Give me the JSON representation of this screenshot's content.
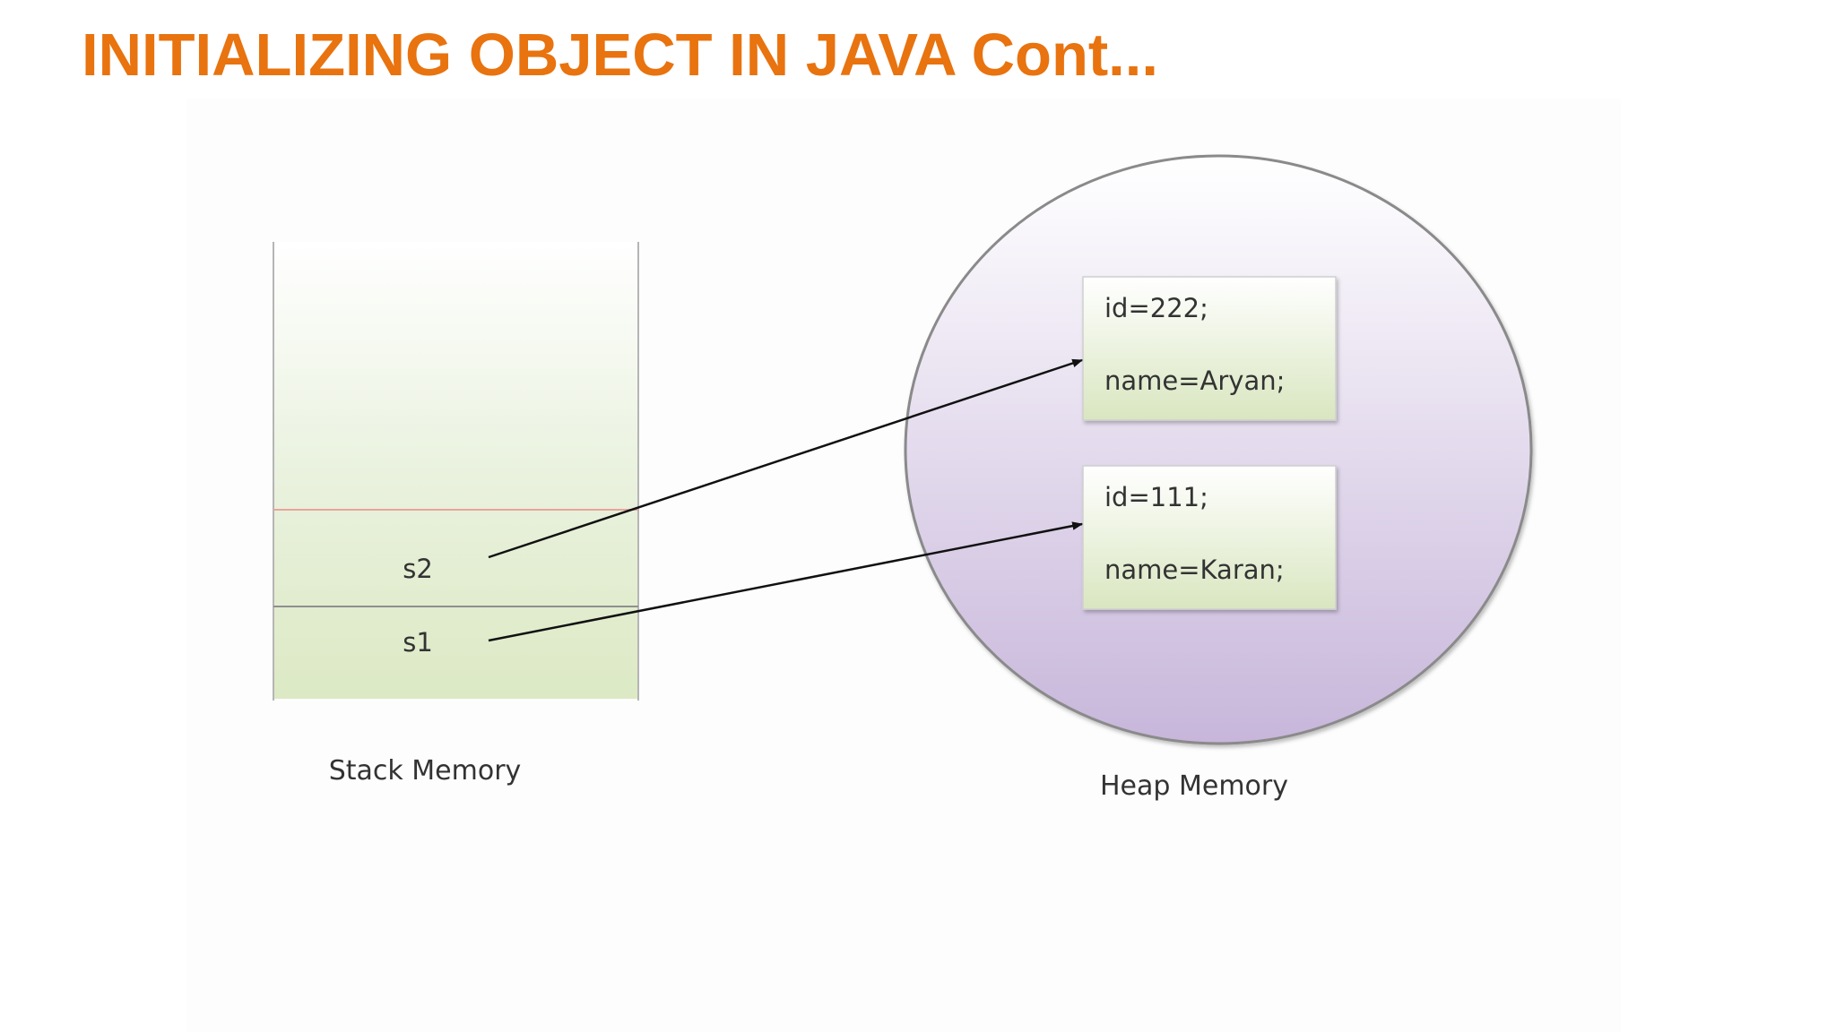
{
  "title": "INITIALIZING OBJECT IN JAVA Cont...",
  "colors": {
    "title": "#e8730f",
    "stack_fill": "#dce9c4",
    "heap_top": "#fbfaff",
    "heap_bottom": "#cbbcdd",
    "object_fill": "#dfeac8",
    "arrow": "#111111"
  },
  "stack": {
    "label": "Stack Memory",
    "slots": [
      {
        "text": "s2"
      },
      {
        "text": "s1"
      }
    ]
  },
  "heap": {
    "label": "Heap Memory",
    "objects": [
      {
        "id_text": "id=222;",
        "name_text": "name=Aryan;"
      },
      {
        "id_text": "id=111;",
        "name_text": "name=Karan;"
      }
    ]
  }
}
